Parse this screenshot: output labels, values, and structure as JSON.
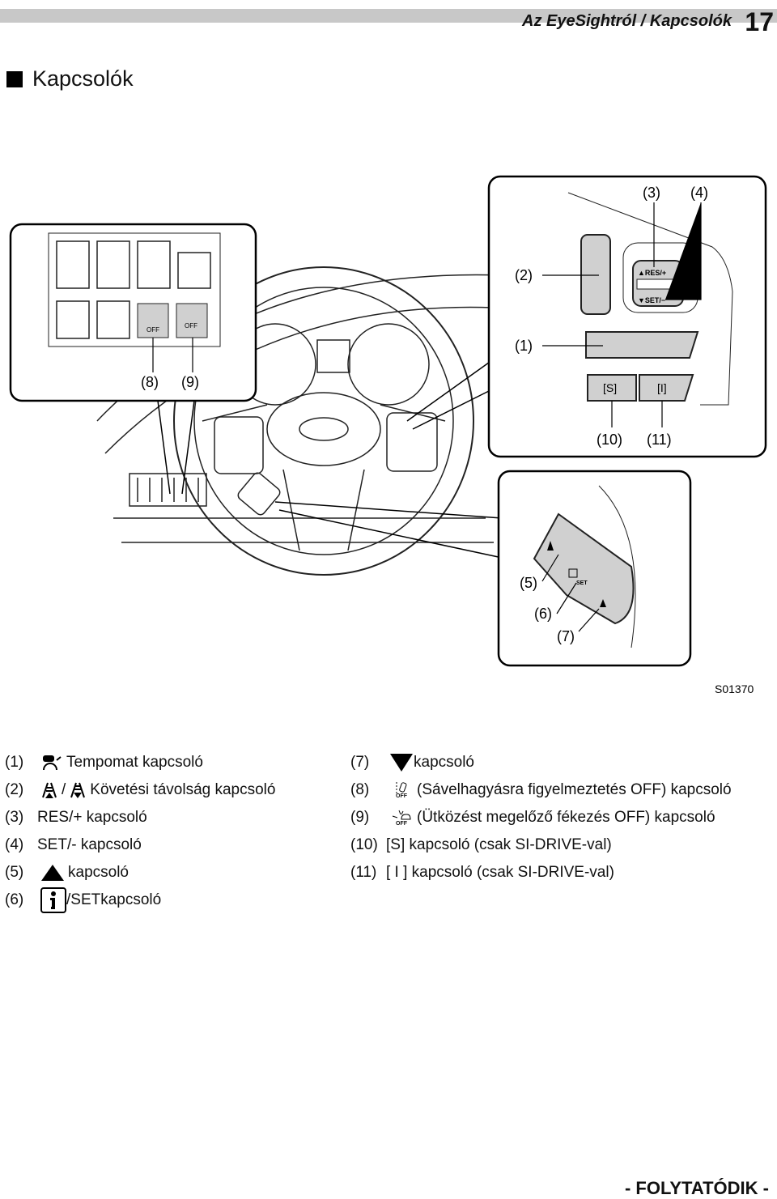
{
  "header": {
    "title": "Az EyeSightról / Kapcsolók",
    "page_number": "17"
  },
  "section": {
    "title": "Kapcsolók"
  },
  "figure": {
    "code": "S01370",
    "callouts": [
      "(1)",
      "(2)",
      "(3)",
      "(4)",
      "(5)",
      "(6)",
      "(7)",
      "(8)",
      "(9)",
      "(10)",
      "(11)"
    ],
    "button_labels": {
      "res": "▲RES/+",
      "set": "▼SET/−",
      "s": "[S]",
      "i": "[I]",
      "off": "OFF",
      "set_small": "SET"
    }
  },
  "items_left": [
    {
      "num": "(1)",
      "icon": "cruise-control-icon",
      "text": "Tempomat kapcsoló"
    },
    {
      "num": "(2)",
      "icon": "distance-up-icon",
      "sep": "/",
      "icon2": "distance-down-icon",
      "text": "Követési távolság kapcsoló"
    },
    {
      "num": "(3)",
      "text": "RES/+ kapcsoló"
    },
    {
      "num": "(4)",
      "text": "SET/- kapcsoló"
    },
    {
      "num": "(5)",
      "icon": "triangle-up-icon",
      "text": "kapcsoló"
    },
    {
      "num": "(6)",
      "icon": "info-icon",
      "text": "/SETkapcsoló"
    }
  ],
  "items_right": [
    {
      "num": "(7)",
      "icon": "triangle-down-icon",
      "text": "kapcsoló"
    },
    {
      "num": "(8)",
      "icon": "lane-departure-off-icon",
      "icon_text": "OFF",
      "text": "(Sávelhagyásra figyelmeztetés OFF) kapcsoló"
    },
    {
      "num": "(9)",
      "icon": "pre-collision-off-icon",
      "icon_text": "OFF",
      "text": "(Ütközést megelőző fékezés OFF) kapcsoló"
    },
    {
      "num": "(10)",
      "text": "[S] kapcsoló (csak SI-DRIVE-val)"
    },
    {
      "num": "(11)",
      "text": "[ I ] kapcsoló (csak SI-DRIVE-val)"
    }
  ],
  "footer": {
    "text": "- FOLYTATÓDIK -"
  }
}
